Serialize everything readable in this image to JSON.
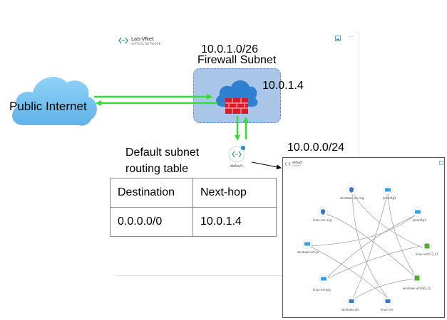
{
  "vnet": {
    "title": "Lab-VNet",
    "subtitle": "VIRTUAL NETWORK"
  },
  "firewall_subnet": {
    "cidr": "10.0.1.0/26",
    "name": "Firewall Subnet",
    "ip": "10.0.1.4"
  },
  "internet": {
    "label": "Public Internet"
  },
  "default_subnet": {
    "node_label": "default",
    "cidr": "10.0.0.0/24",
    "caption_line1": "Default subnet",
    "caption_line2": "routing table"
  },
  "routing_table": {
    "headers": [
      "Destination",
      "Next-hop"
    ],
    "rows": [
      [
        "0.0.0.0/0",
        "10.0.1.4"
      ]
    ]
  },
  "inset": {
    "title": "default",
    "subtitle": "SUBNET",
    "nodes": {
      "windows_vm_nsg": "windows-vm-nsg",
      "ipconfig1_top": "ipconfig1",
      "linux_vm_nsg": "linux-vm-nsg",
      "ipconfig1_right": "ipconfig1",
      "windows_vm_ip": "windows-vm-ip",
      "linux_vm417": "linux-vm417_z1",
      "linux_vm_pip": "linux-vm-pip",
      "windows_vm182": "windows-vm182_z1",
      "windows_vm": "windows-vm",
      "linux_vm": "linux-vm"
    }
  },
  "colors": {
    "arrow": "#33dd33",
    "subnet_fill": "#a9c6e8",
    "cloud": "#3a8fd6",
    "firewall": "#d81b27"
  },
  "icons": [
    "vnet-icon",
    "cloud-icon",
    "firewall-icon",
    "subnet-icon",
    "nsg-icon",
    "nic-icon",
    "vm-icon"
  ]
}
